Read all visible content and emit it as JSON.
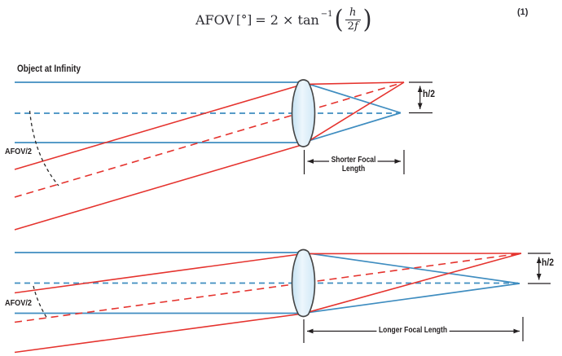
{
  "equation": {
    "lhs": "AFOV",
    "bracket": "[°]",
    "rhs_prefix": "= 2 × tan",
    "exponent": "−1",
    "paren_open": "(",
    "paren_close": ")",
    "numerator": "h",
    "denominator_coefficient": "2",
    "denominator_variable": "f",
    "tag": "(1)"
  },
  "top_diagram": {
    "object_label": "Object at Infinity",
    "afov_half_label": "AFOV/2",
    "half_image_height_label": "h/2",
    "focal_length_label_line1": "Shorter Focal",
    "focal_length_label_line2": "Length"
  },
  "bottom_diagram": {
    "afov_half_label": "AFOV/2",
    "half_image_height_label": "h/2",
    "focal_length_label": "Longer Focal Length"
  },
  "colors": {
    "ray_blue": "#3f8dc0",
    "ray_red": "#e5332e",
    "annotation_black": "#231f20",
    "lens_fill": "#d9ecf8",
    "lens_stroke": "#454545",
    "background": "#ffffff"
  }
}
